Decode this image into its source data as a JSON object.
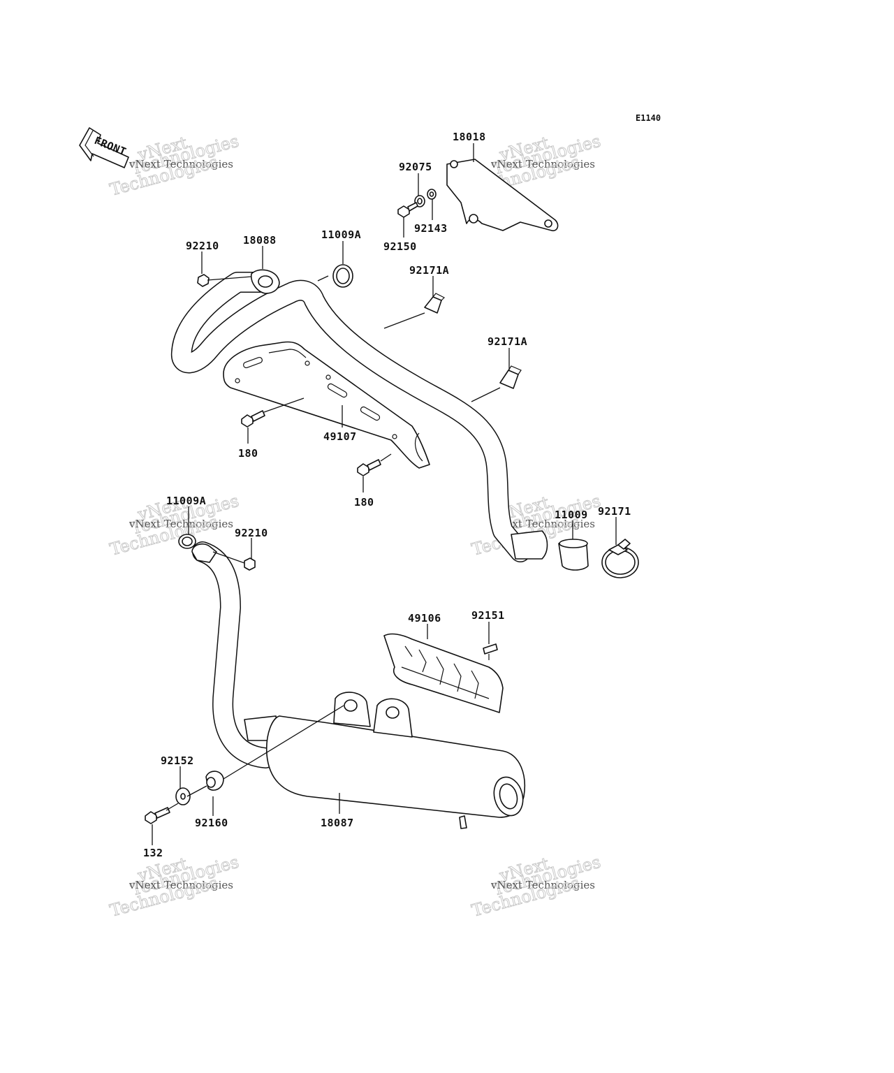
{
  "diagram_code": "E1140",
  "front_label": "FRONT",
  "watermark": {
    "line1": "vNext Technologies",
    "line2": "Technologies",
    "line3": "vNext"
  },
  "parts": {
    "p18018": "18018",
    "p92075": "92075",
    "p92143": "92143",
    "p92150": "92150",
    "p92210_top": "92210",
    "p18088": "18088",
    "p11009A_top": "11009A",
    "p92171A_1": "92171A",
    "p92171A_2": "92171A",
    "p180_left": "180",
    "p49107": "49107",
    "p180_mid": "180",
    "p11009A_low": "11009A",
    "p92210_low": "92210",
    "p11009": "11009",
    "p92171": "92171",
    "p49106": "49106",
    "p92151": "92151",
    "p92152": "92152",
    "p92160": "92160",
    "p18087": "18087",
    "p132": "132"
  }
}
